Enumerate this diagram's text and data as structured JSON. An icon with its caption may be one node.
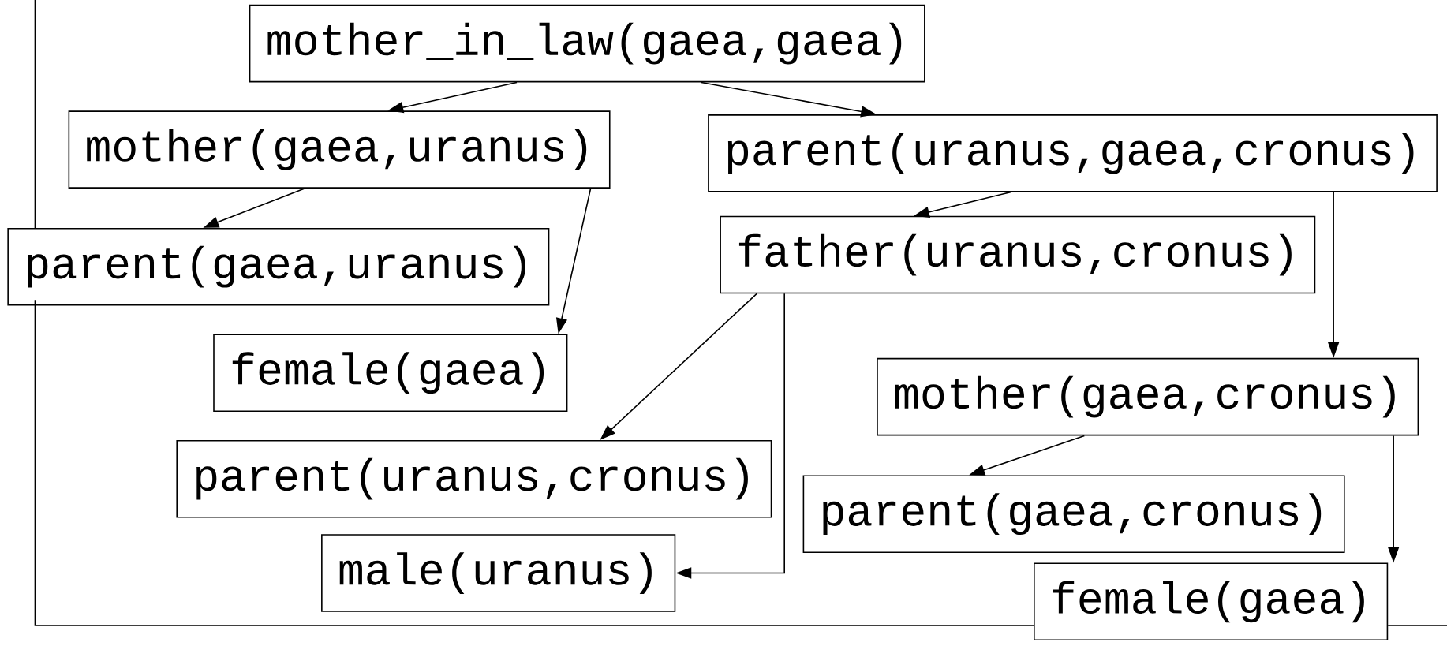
{
  "diagram": {
    "nodes": [
      {
        "text": [
          "mother_in_law(gaea,gaea)"
        ]
      },
      {
        "text": [
          "mother(gaea,uranus)"
        ]
      },
      {
        "text": [
          "parent(uranus,gaea,cronus)"
        ]
      },
      {
        "text": [
          "parent(gaea,uranus)"
        ]
      },
      {
        "text": [
          "female(gaea)"
        ]
      },
      {
        "text": [
          "father(uranus,cronus)"
        ]
      },
      {
        "text": [
          "mother(gaea,cronus)"
        ]
      },
      {
        "text": [
          "parent(uranus,cronus)"
        ]
      },
      {
        "text": [
          "parent(gaea,cronus)"
        ]
      },
      {
        "text": [
          "male(uranus)"
        ]
      },
      {
        "text": [
          "female(gaea)"
        ]
      }
    ],
    "edges": [
      {
        "from": 0,
        "to": 1,
        "arrow": "to"
      },
      {
        "from": 0,
        "to": 2,
        "arrow": "to"
      },
      {
        "from": 1,
        "to": 3,
        "arrow": "to"
      },
      {
        "from": 1,
        "to": 4,
        "arrow": "to"
      },
      {
        "from": 2,
        "to": 5,
        "arrow": "to"
      },
      {
        "from": 2,
        "to": 6,
        "arrow": "to"
      },
      {
        "from": 5,
        "to": 7,
        "arrow": "to"
      },
      {
        "from": 5,
        "to": 9,
        "arrow": "to"
      },
      {
        "from": 6,
        "to": 8,
        "arrow": "to"
      },
      {
        "from": 6,
        "to": 10,
        "arrow": "to"
      }
    ]
  }
}
